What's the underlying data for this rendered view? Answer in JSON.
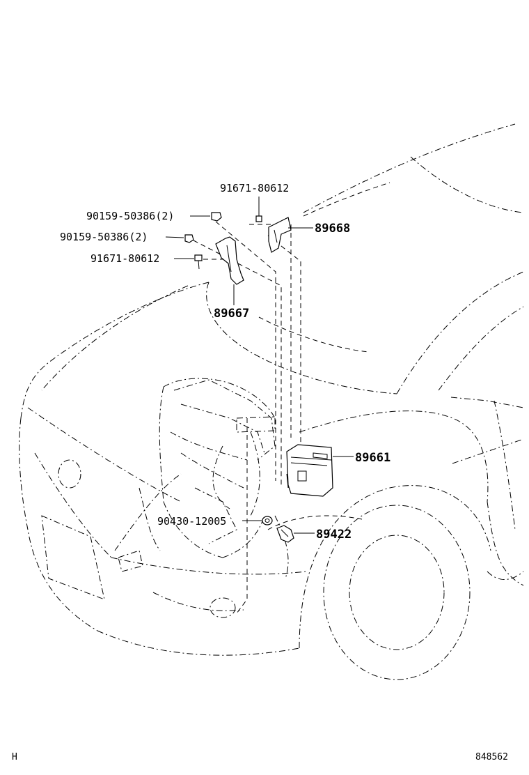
{
  "labels": {
    "p91671_top": "91671-80612",
    "p90159_a": "90159-50386(2)",
    "p90159_b": "90159-50386(2)",
    "p91671_mid": "91671-80612",
    "p89668": "89668",
    "p89667": "89667",
    "p89661": "89661",
    "p90430": "90430-12005",
    "p89422": "89422"
  },
  "footer": {
    "left": "H",
    "right": "848562"
  }
}
